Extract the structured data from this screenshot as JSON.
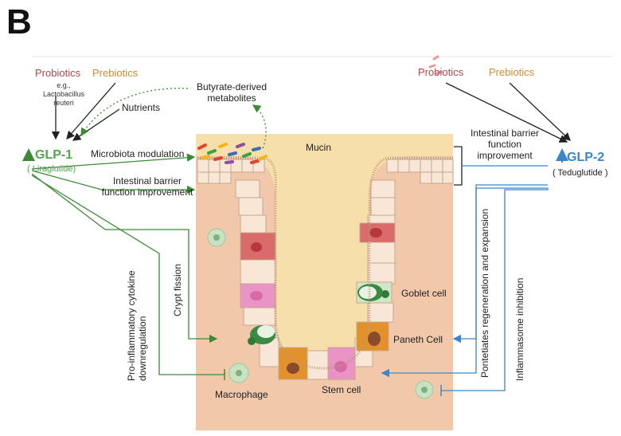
{
  "panel_letter": "B",
  "left": {
    "probiotics": "Probiotics",
    "probiotics_example": "e.g., Lactobacillus reuteri",
    "prebiotics": "Prebiotics",
    "nutrients": "Nutrients",
    "glp1": "GLP-1",
    "glp1_drug": "( Liraglutide)",
    "microbiota_modulation": "Microbiota modulation",
    "barrier_improvement": "Intestinal barrier function improvement",
    "crypt_fission": "Crypt fission",
    "cytokine_downregulation": "Pro-inflammatory cytokine downregulation"
  },
  "center": {
    "butyrate": "Butyrate-derived metabolites",
    "mucin": "Mucin",
    "macrophage": "Macrophage",
    "stem_cell": "Stem cell",
    "goblet_cell": "Goblet cell",
    "paneth_cell": "Paneth Cell"
  },
  "right": {
    "probiotics": "Probiotics",
    "prebiotics": "Prebiotics",
    "barrier_improvement": "Intestinal barrier function improvement",
    "glp2": "GLP-2",
    "glp2_drug": "( Teduglutide )",
    "potentiates": "Pontetiates regeneration and expansion",
    "inflammasome": "Inflammasome inhibition"
  },
  "colors": {
    "glp1": "#4fa84a",
    "glp2": "#3a86c8",
    "probiotics": "#b9434b",
    "prebiotics": "#d98a2b",
    "tissue": "#f4c9ad",
    "lumen": "#f8e0ab"
  }
}
